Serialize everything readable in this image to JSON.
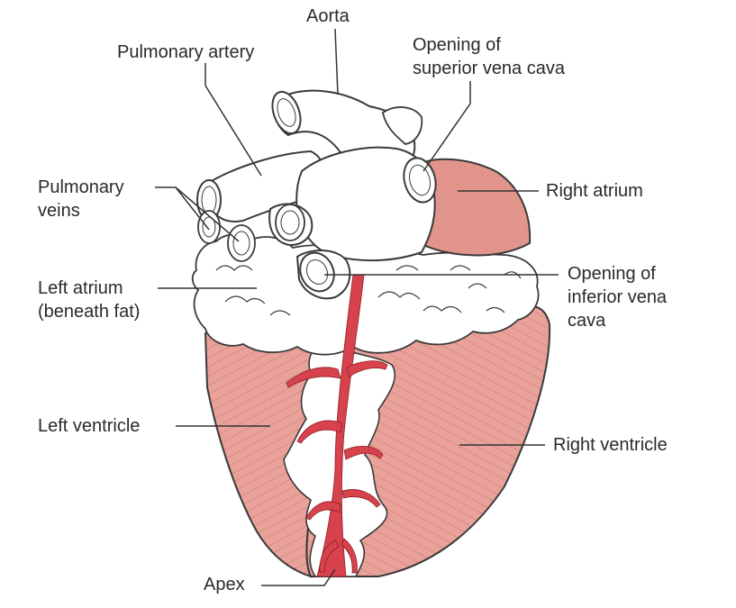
{
  "labels": {
    "aorta": "Aorta",
    "pulmonary_artery": "Pulmonary artery",
    "opening_svc_line1": "Opening of",
    "opening_svc_line2": "superior vena cava",
    "pulmonary_veins_line1": "Pulmonary",
    "pulmonary_veins_line2": "veins",
    "right_atrium": "Right atrium",
    "left_atrium_line1": "Left atrium",
    "left_atrium_line2": "(beneath fat)",
    "opening_ivc_line1": "Opening of",
    "opening_ivc_line2": "inferior vena",
    "opening_ivc_line3": "cava",
    "left_ventricle": "Left ventricle",
    "right_ventricle": "Right ventricle",
    "apex": "Apex"
  },
  "colors": {
    "muscle": "#e8a29a",
    "muscle_dark": "#d9867d",
    "vessel_red": "#d8424c",
    "outline": "#3a3a3a",
    "fat": "#ffffff",
    "leader": "#333333"
  }
}
